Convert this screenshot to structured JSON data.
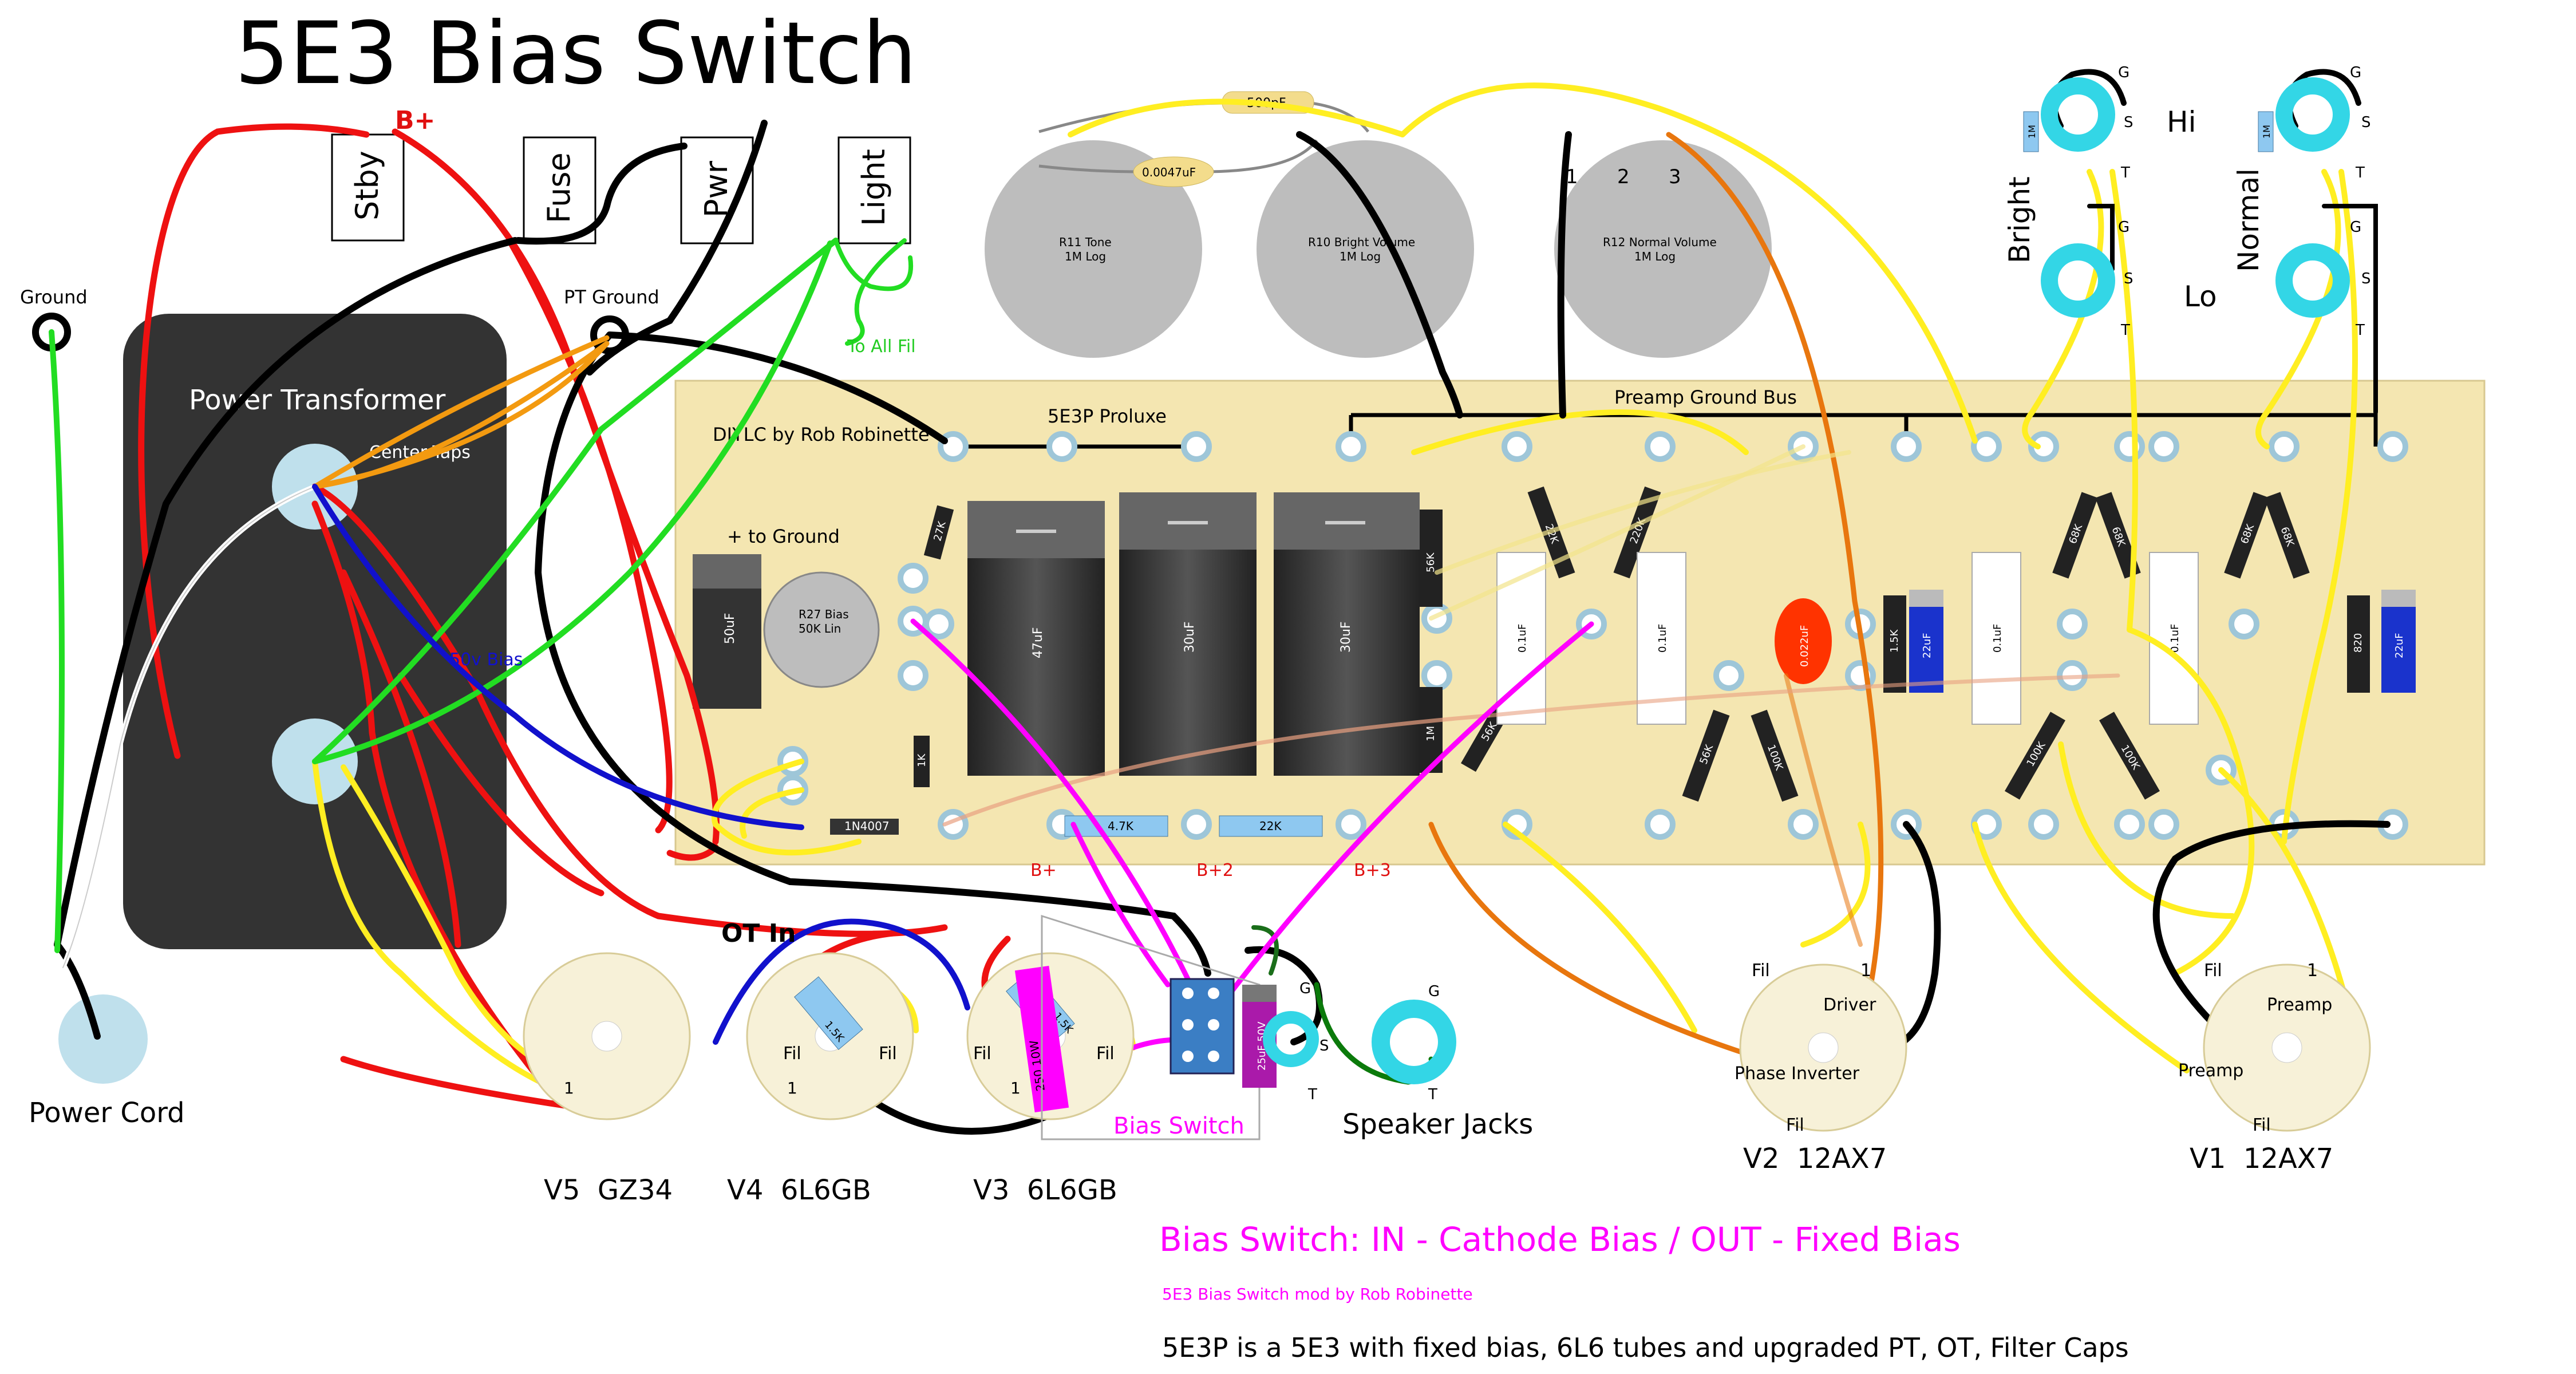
{
  "title": "5E3 Bias Switch",
  "board": {
    "title": "5E3P Proluxe",
    "credit": "DIYLC by Rob Robinette",
    "ground_bus_label": "Preamp Ground Bus",
    "plus_to_ground": "+ to Ground",
    "color": "#f4e6b1"
  },
  "switches": [
    "Stby",
    "Fuse",
    "Pwr",
    "Light"
  ],
  "top_labels": {
    "bplus": "B+",
    "ground": "Ground",
    "pt_ground": "PT Ground",
    "to_all_fil": "To All Fil"
  },
  "transformer": {
    "label": "Power Transformer",
    "center_taps": "Center Taps",
    "color": "#333333"
  },
  "bias_wire_label": "50v Bias",
  "power_cord": "Power Cord",
  "pots": [
    {
      "name": "R11 Tone",
      "value": "1M Log"
    },
    {
      "name": "R10 Bright Volume",
      "value": "1M Log"
    },
    {
      "name": "R12 Normal Volume",
      "value": "1M Log"
    }
  ],
  "pot_lugs": [
    "1",
    "2",
    "3"
  ],
  "tone_caps": [
    "500pF",
    "0.0047uF"
  ],
  "bias_pot": {
    "name": "R27 Bias",
    "value": "50K Lin"
  },
  "filter_caps": [
    "50uF",
    "47uF",
    "30uF",
    "30uF"
  ],
  "resistors": {
    "r27k": "27K",
    "r1k": "1K",
    "diode": "1N4007",
    "r4_7k": "4.7K",
    "r22k": "22K",
    "r56k_top": "56K",
    "r1m": "1M",
    "r56k_mid": "56K",
    "r22k_a": "22K",
    "r220k": "220K",
    "r56k_b": "56K",
    "r100k": "100K",
    "r1_5k": "1.5K",
    "r68k_a": "68K",
    "r68k_b": "68K",
    "r100k_b": "100K",
    "r100k_c": "100K",
    "r68k_c": "68K",
    "r68k_d": "68K",
    "r820": "820"
  },
  "caps_small": [
    "0.1uF",
    "0.1uF",
    "0.022uF",
    "22uF",
    "0.1uF",
    "0.1uF",
    "22uF"
  ],
  "bplus_nodes": [
    "B+",
    "B+2",
    "B+3"
  ],
  "jacks": {
    "bright": "Bright",
    "normal": "Normal",
    "hi": "Hi",
    "lo": "Lo",
    "g": "G",
    "s": "S",
    "t": "T"
  },
  "jack_resistor": "1M",
  "sockets": {
    "v5": "V5  GZ34",
    "v4": "V4  6L6GB",
    "v3": "V3  6L6GB",
    "v2": "V2  12AX7",
    "v1": "V1  12AX7",
    "fil": "Fil",
    "one": "1",
    "driver": "Driver",
    "phase_inverter": "Phase Inverter",
    "preamp": "Preamp"
  },
  "socket_parts": {
    "r1_5k_a": "1.5K",
    "r1_5k_b": "1.5K",
    "r250": "250 10W",
    "cap_25uf": "25uF 50V"
  },
  "ot_in": "OT In",
  "bias_switch_label": "Bias Switch",
  "speaker_jacks": "Speaker Jacks",
  "notes": {
    "main": "Bias Switch: IN - Cathode Bias / OUT - Fixed Bias",
    "credit": "5E3 Bias Switch mod by Rob Robinette",
    "desc": "5E3P is a 5E3 with fixed bias, 6L6 tubes and upgraded PT, OT, Filter Caps"
  },
  "colors": {
    "magenta": "#ff00ff",
    "red": "#ee1111",
    "yellow": "#ffee22",
    "black": "#000000",
    "orange": "#e8760e",
    "green": "#22dd22",
    "blue": "#1111cc",
    "cyan": "#33d6e6"
  }
}
